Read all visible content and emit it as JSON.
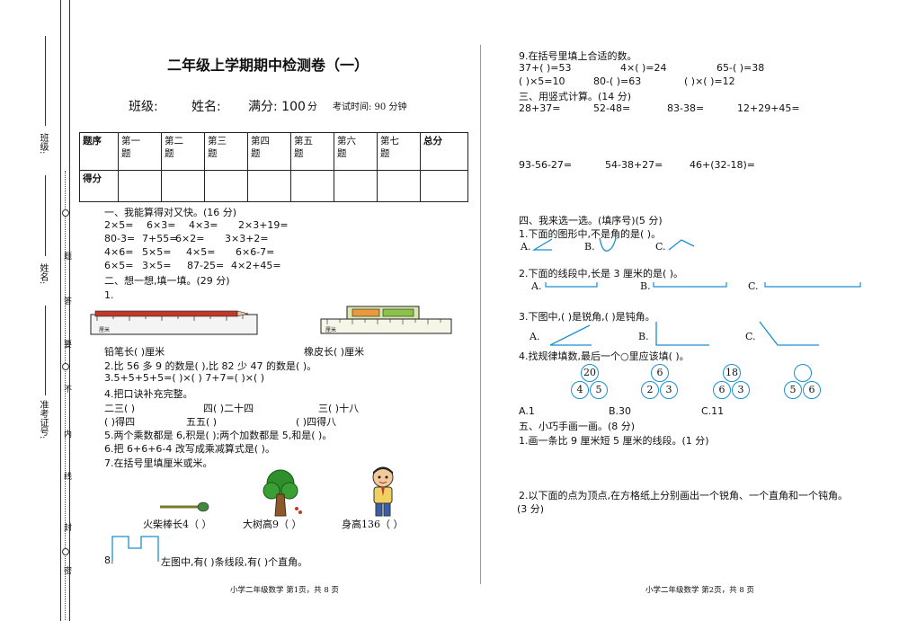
{
  "binding": {
    "class_label": "班级:",
    "name_label": "姓名:",
    "exam_no_label": "准考证号:",
    "seal_text": [
      "密",
      "封",
      "线",
      "内",
      "不",
      "要",
      "答",
      "题"
    ]
  },
  "page1": {
    "title": "二年级上学期期中检测卷（一）",
    "info": {
      "class": "班级:",
      "name": "姓名:",
      "full_marks": "满分: 100",
      "full_marks_unit": "分",
      "time": "考试时间: 90 分钟"
    },
    "score_table": {
      "header": [
        "题序",
        "第一\n题",
        "第二\n题",
        "第三\n题",
        "第四\n题",
        "第五\n题",
        "第六\n题",
        "第七\n题",
        "总分"
      ],
      "row2_label": "得分"
    },
    "s1_title": "一、我能算得对又快。(16 分)",
    "s1_rows": [
      [
        "2×5=",
        "6×3=",
        "4×3=",
        "2×3+19="
      ],
      [
        "80-3=",
        "7+55=",
        "6×2=",
        "3×3+2="
      ],
      [
        "4×6=",
        "5×5=",
        "4×5=",
        "6×6-7="
      ],
      [
        "6×5=",
        "3×5=",
        "87-25=",
        "4×2+45="
      ]
    ],
    "s2_title": "二、想一想,填一填。(29 分)",
    "q1_num": "1.",
    "ruler_label": "厘米",
    "pencil_len": "铅笔长(      )厘米",
    "eraser_len": "橡皮长(      )厘米",
    "q2": "2.比 56 多 9 的数是(       ),比 82 少 47 的数是(      )。",
    "q3": "3.5+5+5+5=(      )×(      )          7+7=(      )×(      )",
    "q4": "4.把口诀补充完整。",
    "q4_row1": [
      "二三(          )",
      "四(          )二十四",
      "三(          )十八"
    ],
    "q4_row2": [
      "(          )得四",
      "五五(          )",
      "(          )四得八"
    ],
    "q5": "5.两个乘数都是 6,积是(       );两个加数都是 5,和是(      )。",
    "q6": "6.把 6+6+6-4 改写成乘减算式是(                             )。",
    "q7": "7.在括号里填厘米或米。",
    "q7_items": [
      "火柴棒长4（     ）",
      "大树高9（     ）",
      "身高136（     ）"
    ],
    "q8_num": "8.",
    "q8_text": "左图中,有(      )条线段,有(      )个直角。",
    "footer": "小学二年级数学   第1页，共 8 页"
  },
  "page2": {
    "q9": "9.在括号里填上合适的数。",
    "q9_row1": [
      "37+(       )=53",
      "4×(       )=24",
      "65-(       )=38"
    ],
    "q9_row2": [
      "(       )×5=10",
      "80-(       )=63",
      "(       )×(       )=12"
    ],
    "s3_title": "三、用竖式计算。(14 分)",
    "s3_row1": [
      "28+37=",
      "52-48=",
      "83-38=",
      "12+29+45="
    ],
    "s3_row2": [
      "93-56-27=",
      "54-38+27=",
      "46+(32-18)="
    ],
    "s4_title": "四、我来选一选。(填序号)(5 分)",
    "c1": "1.下面的图形中,不是角的是(       )。",
    "c1_opts": [
      "A.",
      "B.",
      "C."
    ],
    "c2": "2.下面的线段中,长是 3 厘米的是(           )。",
    "c2_opts": [
      "A.",
      "B.",
      "C."
    ],
    "c3": "3.下图中,(       )是锐角,(       )是钝角。",
    "c3_opts": [
      "A.",
      "B.",
      "C."
    ],
    "c4": "4.找规律填数,最后一个○里应该填(       )。",
    "c4_groups": [
      [
        "20",
        "4",
        "5"
      ],
      [
        "6",
        "2",
        "3"
      ],
      [
        "18",
        "6",
        "3"
      ],
      [
        "",
        "5",
        "6"
      ]
    ],
    "c4_opts": [
      "A.1",
      "B.30",
      "C.11"
    ],
    "s5_title": "五、小巧手画一画。(8 分)",
    "d1": "1.画一条比 9 厘米短 5 厘米的线段。(1 分)",
    "d2": "2.以下面的点为顶点,在方格纸上分别画出一个锐角、一个直角和一个钝角。",
    "d2b": "(3 分)",
    "footer": "小学二年级数学   第2页，共 8 页"
  },
  "colors": {
    "accent_blue": "#1a8fd0",
    "text": "#111111",
    "tree_green": "#2f8f2a"
  }
}
